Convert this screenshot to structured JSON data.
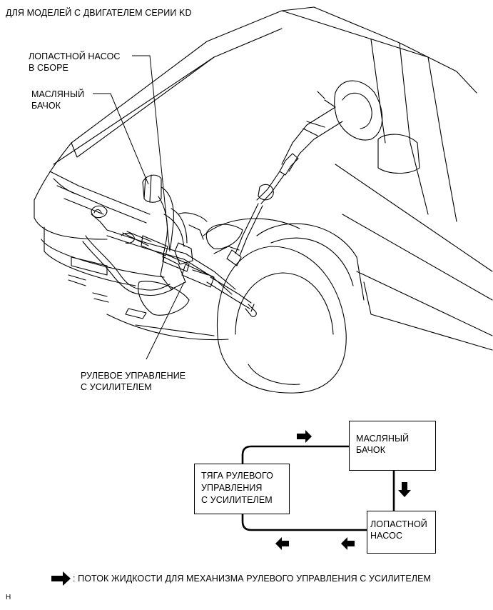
{
  "header": {
    "title": "ДЛЯ МОДЕЛЕЙ С ДВИГАТЕЛЕМ СЕРИИ KD"
  },
  "callouts": {
    "pump": [
      "ЛОПАСТНОЙ НАСОС",
      "В СБОРЕ"
    ],
    "reservoir": [
      "МАСЛЯНЫЙ",
      "БАЧОК"
    ],
    "steering_gear": [
      "РУЛЕВОЕ УПРАВЛЕНИЕ",
      "С УСИЛИТЕЛЕМ"
    ]
  },
  "flow_diagram": {
    "reservoir_box": [
      "МАСЛЯНЫЙ",
      "БАЧОК"
    ],
    "gear_box": [
      "ТЯГА РУЛЕВОГО",
      "УПРАВЛЕНИЯ",
      "С УСИЛИТЕЛЕМ"
    ],
    "pump_box": [
      "ЛОПАСТНОЙ",
      "НАСОС"
    ]
  },
  "legend": {
    "text": ": ПОТОК ЖИДКОСТИ ДЛЯ МЕХАНИЗМА РУЛЕВОГО УПРАВЛЕНИЯ С УСИЛИТЕЛЕМ"
  },
  "footer": {
    "code": "H"
  }
}
